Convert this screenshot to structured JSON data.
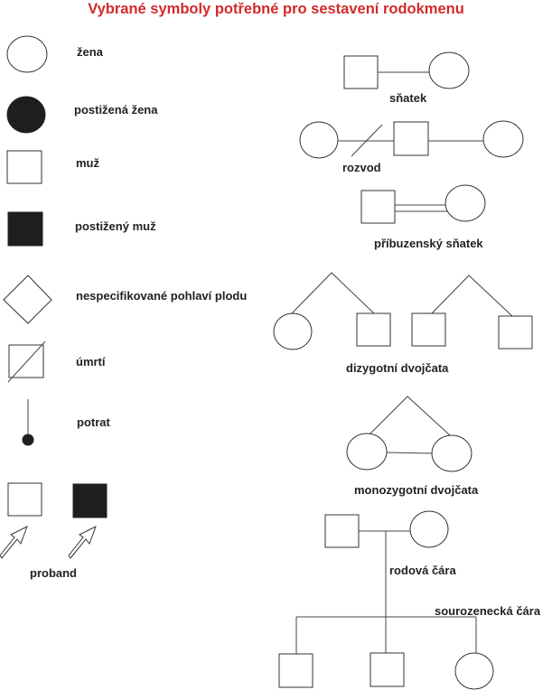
{
  "title": "Vybrané symboly potřebné pro sestavení rodokmenu",
  "colors": {
    "title": "#d42a2a",
    "filled": "#1e1e1e",
    "line": "#333333"
  },
  "legend": {
    "zena": "žena",
    "postizena_zena": "postižená žena",
    "muz": "muž",
    "postizeny_muz": "postižený muž",
    "nespecifikovane": "nespecifikované pohlaví plodu",
    "umrti": "úmrtí",
    "potrat": "potrat",
    "proband": "proband"
  },
  "relations": {
    "snatek": "sňatek",
    "rozvod": "rozvod",
    "pribuzensky_snatek": "příbuzenský sňatek",
    "dizygotni": "dizygotní dvojčata",
    "monozygotni": "monozygotní dvojčata",
    "rodova_cara": "rodová čára",
    "sourozenecka_cara": "sourozenecká čára"
  }
}
